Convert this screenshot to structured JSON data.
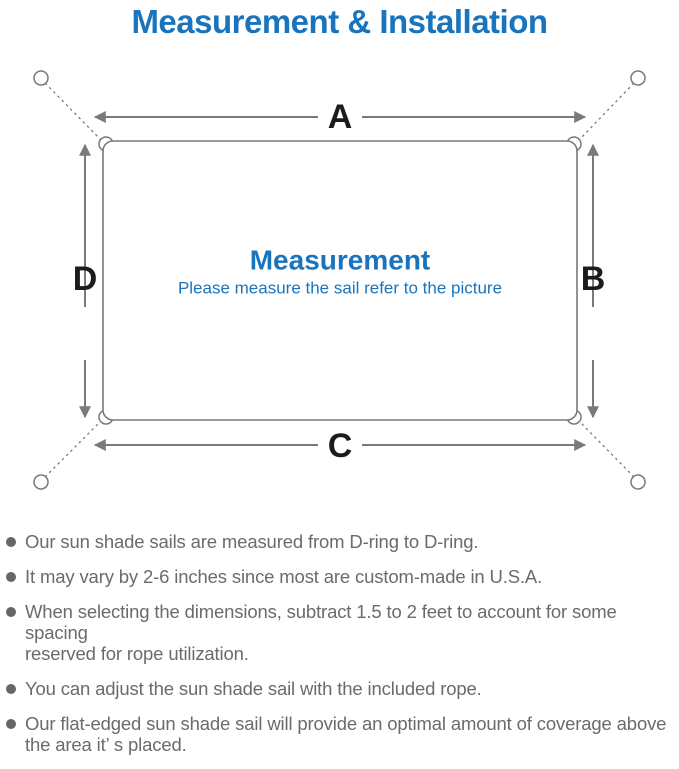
{
  "title": "Measurement & Installation",
  "colors": {
    "accent_blue": "#1a74bd",
    "line_gray": "#7a7a7a",
    "label_black": "#1c1c1c",
    "note_gray": "#6b6b6b"
  },
  "diagram": {
    "labels": {
      "top": "A",
      "right": "B",
      "bottom": "C",
      "left": "D"
    },
    "center_title": "Measurement",
    "center_subtitle": "Please measure the sail refer to the picture"
  },
  "notes": [
    {
      "text": "Our sun shade sails are measured from D-ring to D-ring."
    },
    {
      "text": "It may vary by 2-6 inches since most are custom-made in U.S.A."
    },
    {
      "text": "When selecting the dimensions, subtract 1.5 to 2 feet to account for some spacing\nreserved for rope utilization."
    },
    {
      "text": "You can adjust the sun shade sail with the included rope."
    },
    {
      "text": "Our flat-edged sun shade sail will provide an optimal amount of coverage above\nthe area it’ s placed."
    }
  ]
}
